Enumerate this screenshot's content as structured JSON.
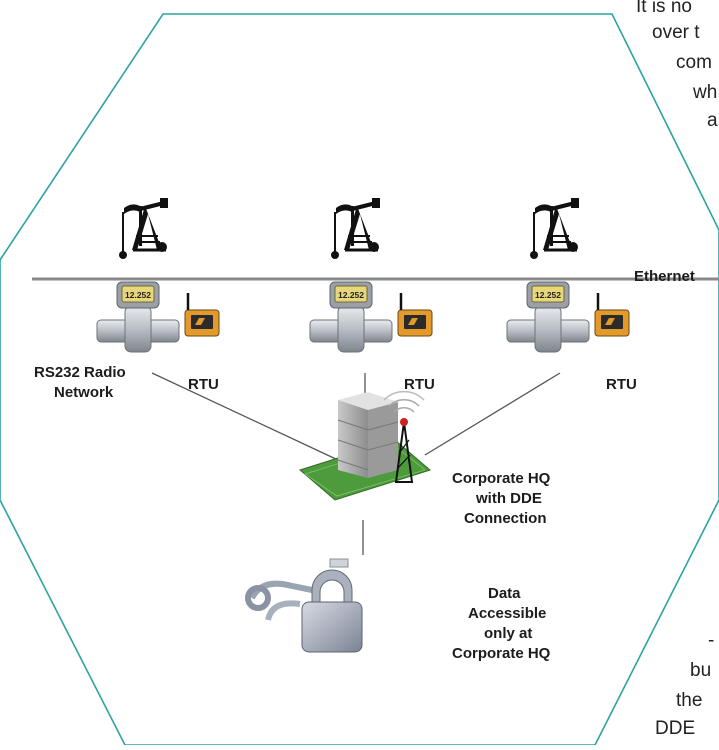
{
  "side_text": {
    "top_lines": [
      "It is no",
      "over t",
      "com",
      "wh",
      "a"
    ],
    "bottom_lines": [
      "-",
      "bu",
      "the",
      "DDE"
    ]
  },
  "network": {
    "bus_label": "Ethernet",
    "radio_label_line1": "RS232 Radio",
    "radio_label_line2": "Network",
    "rtus": [
      {
        "label": "RTU",
        "meter_reading": "12.252"
      },
      {
        "label": "RTU",
        "meter_reading": "12.252"
      },
      {
        "label": "RTU",
        "meter_reading": "12.252"
      }
    ]
  },
  "hq": {
    "line1": "Corporate HQ",
    "line2": "with DDE",
    "line3": "Connection"
  },
  "access": {
    "line1": "Data",
    "line2": "Accessible",
    "line3": "only at",
    "line4": "Corporate HQ"
  },
  "colors": {
    "hexagon_stroke": "#2ba3a3",
    "bus_line": "#8a8a8a",
    "connector_line": "#555555",
    "grass": "#4d9b3c",
    "meter_display": "#e8d77a",
    "radio_body": "#e39a2a"
  }
}
